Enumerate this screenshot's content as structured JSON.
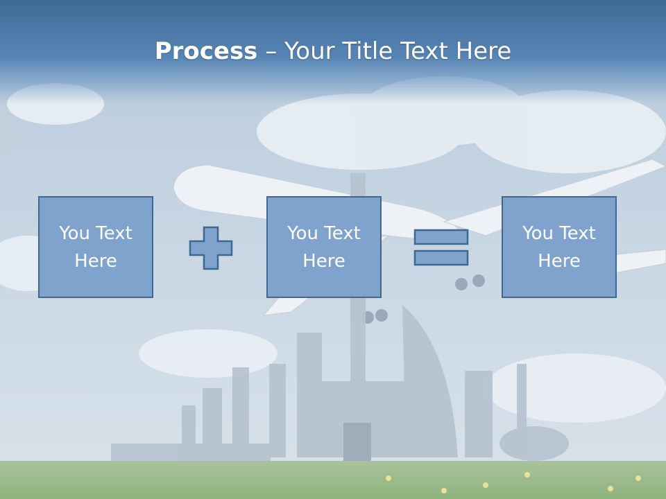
{
  "slide": {
    "title_bold": "Process",
    "title_rest": " – Your Title Text Here",
    "boxes": [
      {
        "label": "You Text\nHere"
      },
      {
        "label": "You Text\nHere"
      },
      {
        "label": "You Text\nHere"
      }
    ],
    "operators": [
      "plus-icon",
      "equals-icon"
    ],
    "colors": {
      "box_fill": "#7fa3cd",
      "box_border": "#3e6791",
      "title_band": "#4a76a8",
      "text": "#ffffff"
    }
  }
}
